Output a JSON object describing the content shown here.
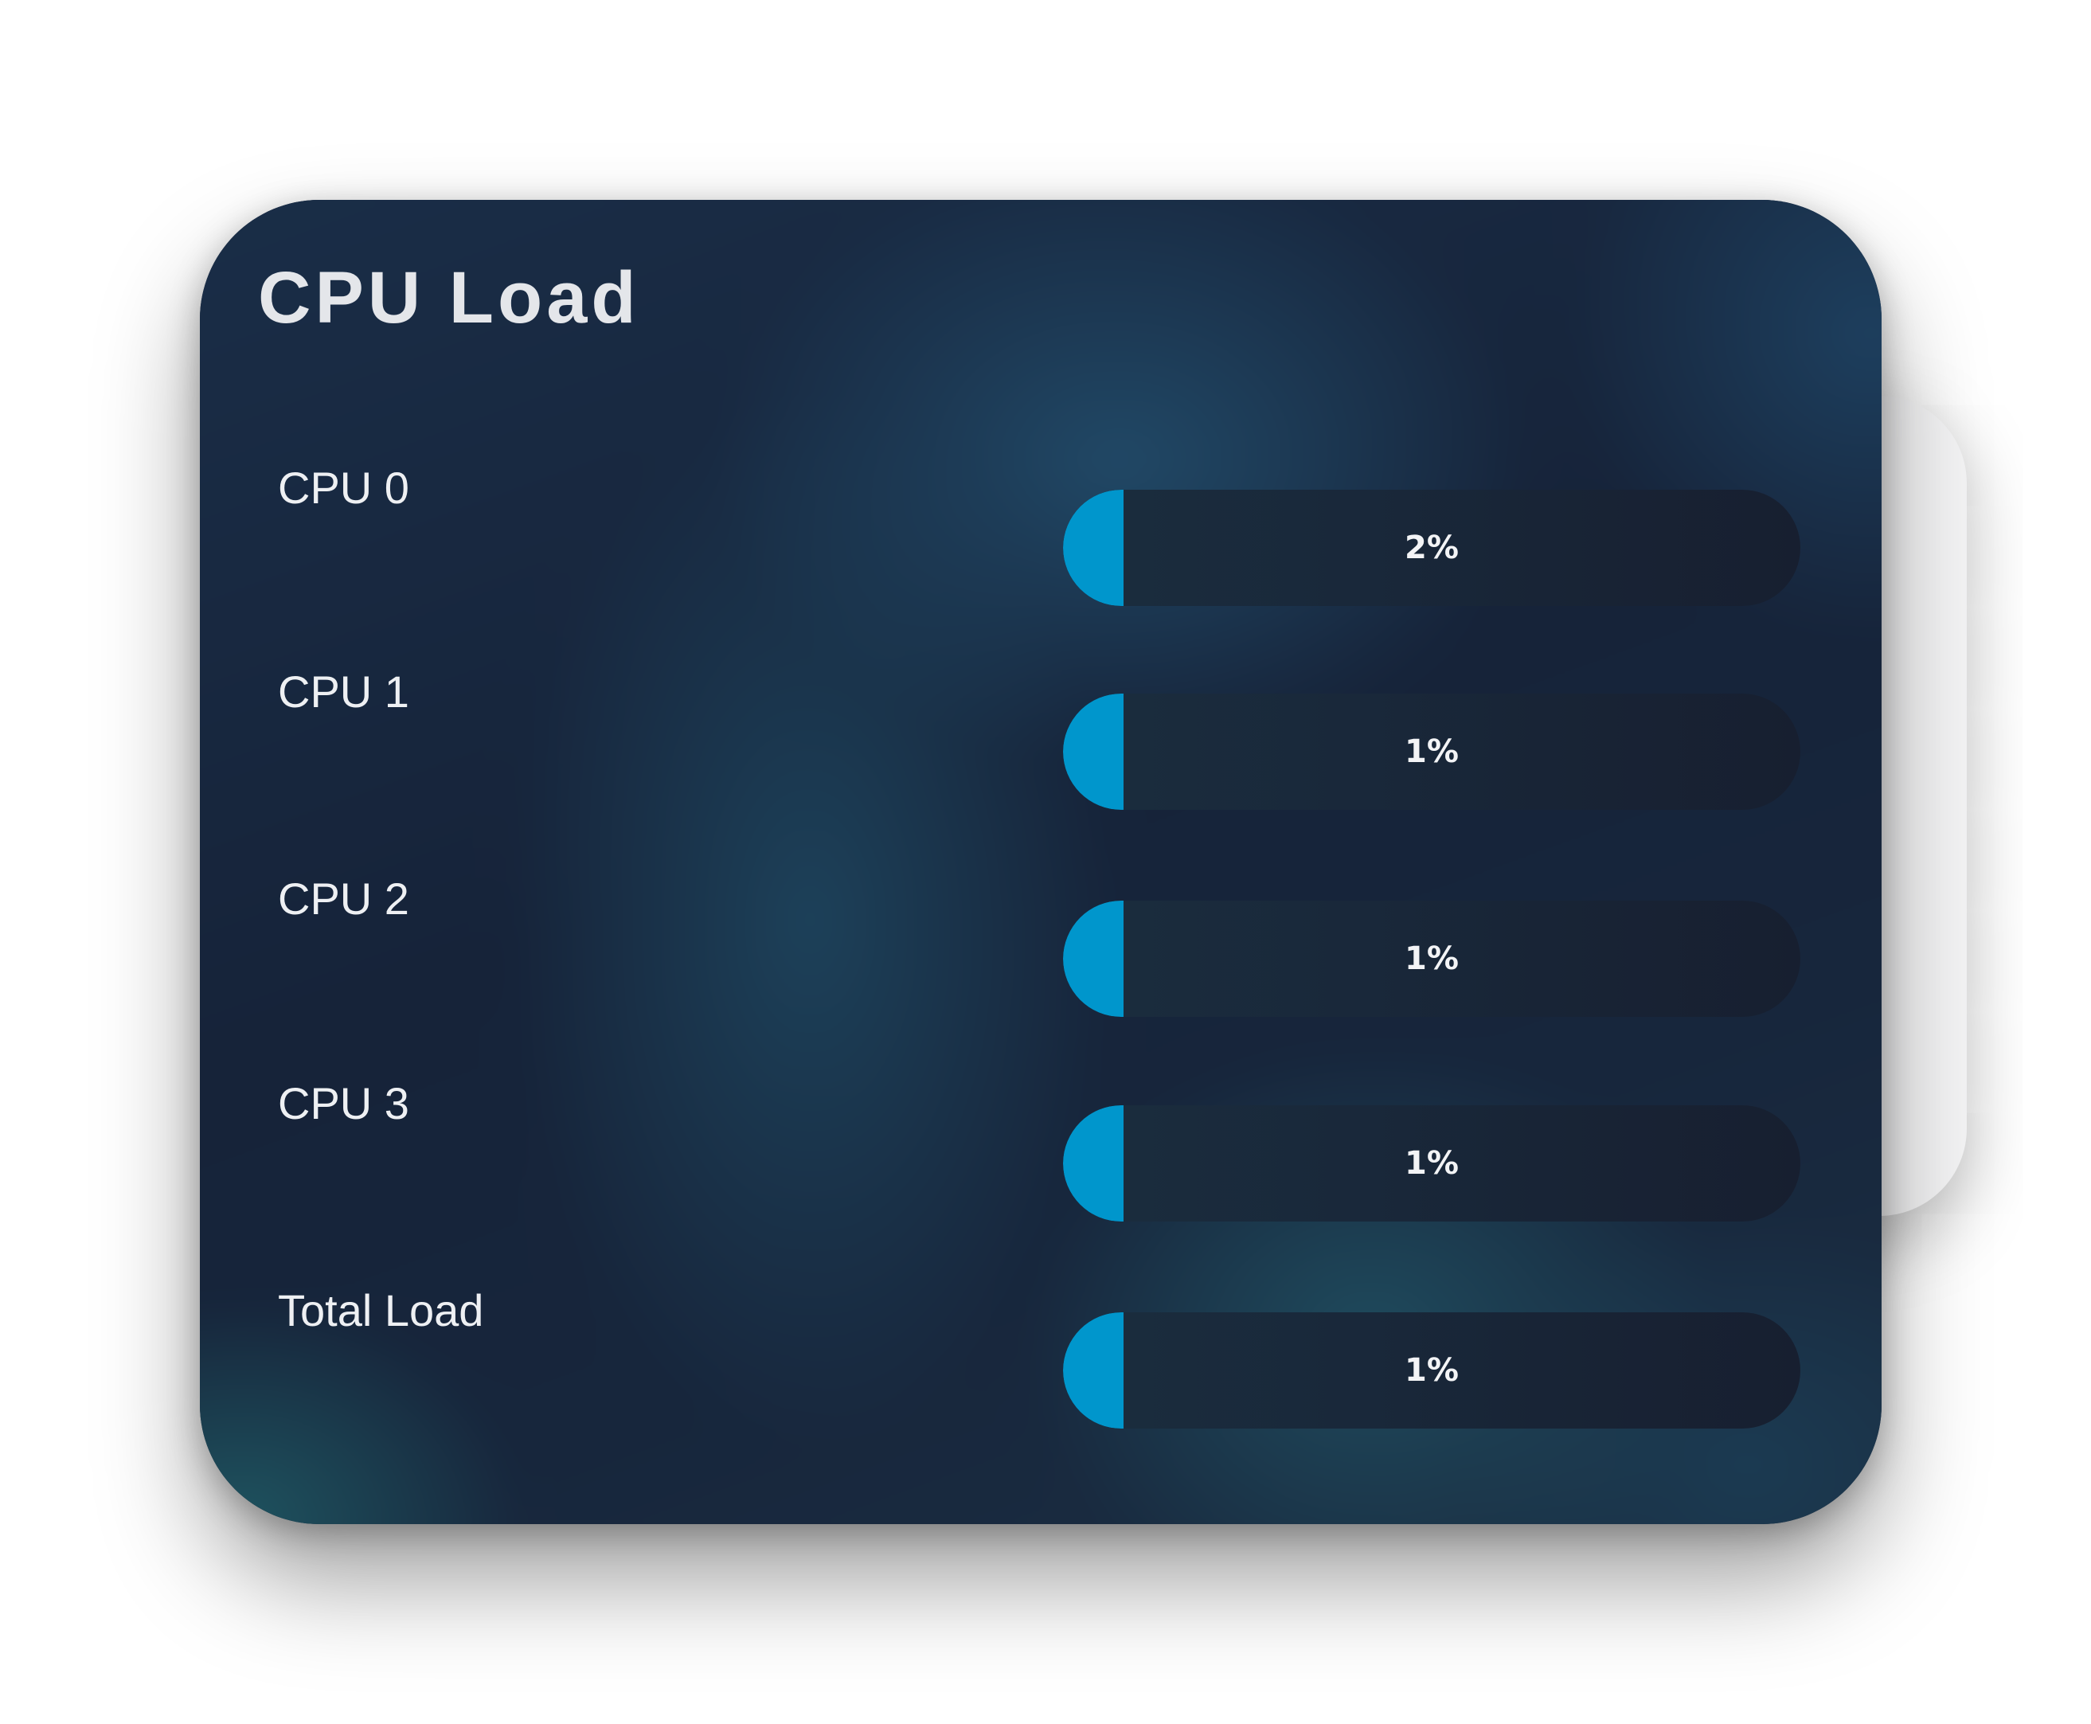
{
  "widget": {
    "title": "CPU Load"
  },
  "rows": [
    {
      "label": "CPU 0",
      "value_text": "2%",
      "value": 2
    },
    {
      "label": "CPU 1",
      "value_text": "1%",
      "value": 1
    },
    {
      "label": "CPU 2",
      "value_text": "1%",
      "value": 1
    },
    {
      "label": "CPU 3",
      "value_text": "1%",
      "value": 1
    },
    {
      "label": "Total Load",
      "value_text": "1%",
      "value": 1
    }
  ],
  "colors": {
    "bar_fill": "#0096cc",
    "card_background": "#17243a",
    "text": "#eef0f3"
  }
}
